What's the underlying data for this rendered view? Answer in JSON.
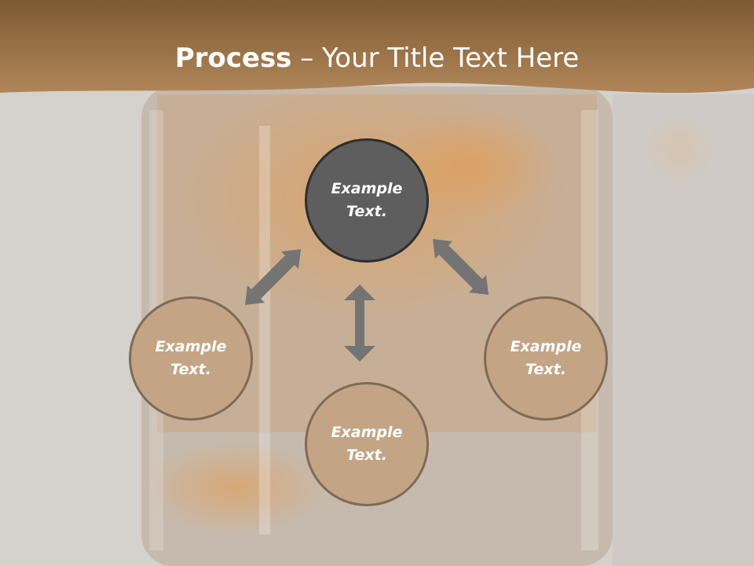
{
  "title": {
    "bold": "Process",
    "rest": " – Your Title Text Here"
  },
  "nodes": {
    "top": "Example Text.",
    "left": "Example Text.",
    "bottom": "Example Text.",
    "right": "Example Text."
  },
  "colors": {
    "header": "#9a7447",
    "node_dark": "#5e5e5e",
    "node_tan": "#c3a585",
    "arrow": "#747474"
  }
}
